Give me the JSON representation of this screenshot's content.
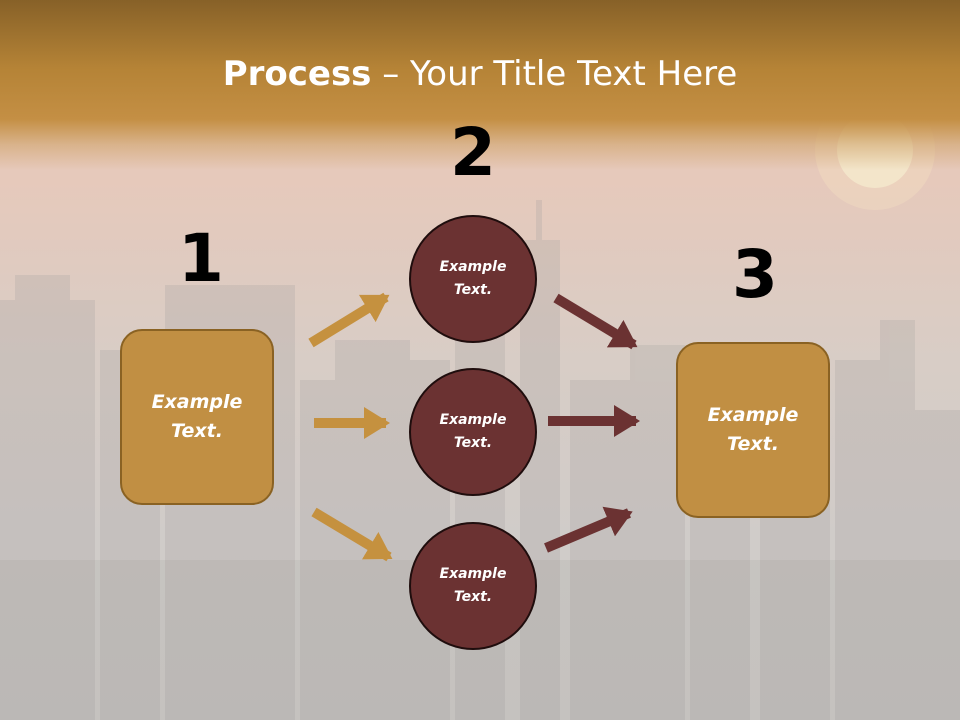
{
  "title": {
    "bold": "Process",
    "rest": " – Your Title Text Here"
  },
  "steps": [
    {
      "number": "1",
      "text": "Example\nText."
    },
    {
      "number": "2",
      "items": [
        "Example\nText.",
        "Example\nText.",
        "Example\nText."
      ]
    },
    {
      "number": "3",
      "text": "Example\nText."
    }
  ],
  "colors": {
    "header": "#b58336",
    "box": "#c18f43",
    "circle": "#6b3232",
    "arrow_gold": "#c5913f",
    "arrow_maroon": "#6b3232"
  }
}
